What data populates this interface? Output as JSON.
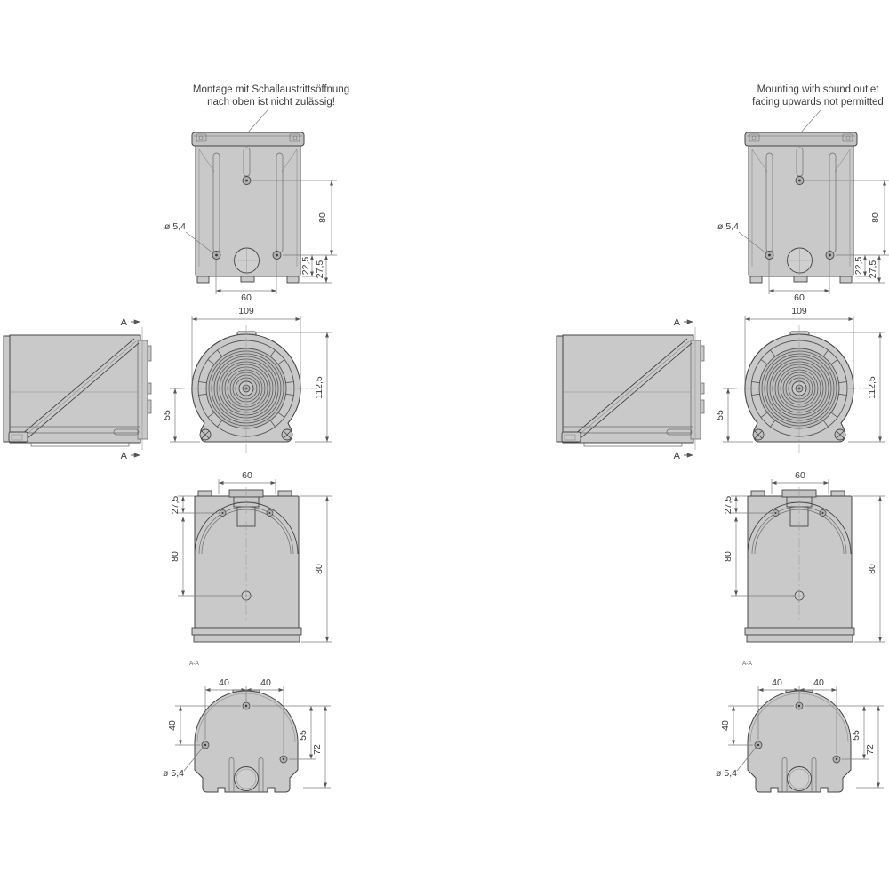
{
  "document": {
    "type": "technical-dimension-drawing",
    "subject": "sounder-housing-with-mounting-dimensions",
    "units_decimal_separator": ","
  },
  "panels": [
    {
      "lang": "de",
      "note_line1": "Montage mit Schallaustrittsöffnung",
      "note_line2": "nach oben ist nicht zulässig!"
    },
    {
      "lang": "en",
      "note_line1": "Mounting with sound outlet",
      "note_line2": "facing upwards not permitted"
    }
  ],
  "dims": {
    "hole_dia": "ø 5,4",
    "d80": "80",
    "d22_5": "22,5",
    "d27_5": "27,5",
    "d60": "60",
    "d109": "109",
    "d112_5": "112,5",
    "d55": "55",
    "d40": "40",
    "d72": "72",
    "section_letter": "A",
    "section_label": "A-A"
  },
  "colors": {
    "background": "#ffffff",
    "body_fill": "#c9c9c9",
    "cap_fill": "#c2c2c2",
    "grille_fill": "#bdbdbd",
    "outline": "#454545",
    "detail_line": "#6b6b6b",
    "dimension_line": "#7d7d7d",
    "text": "#3a3a3a"
  }
}
